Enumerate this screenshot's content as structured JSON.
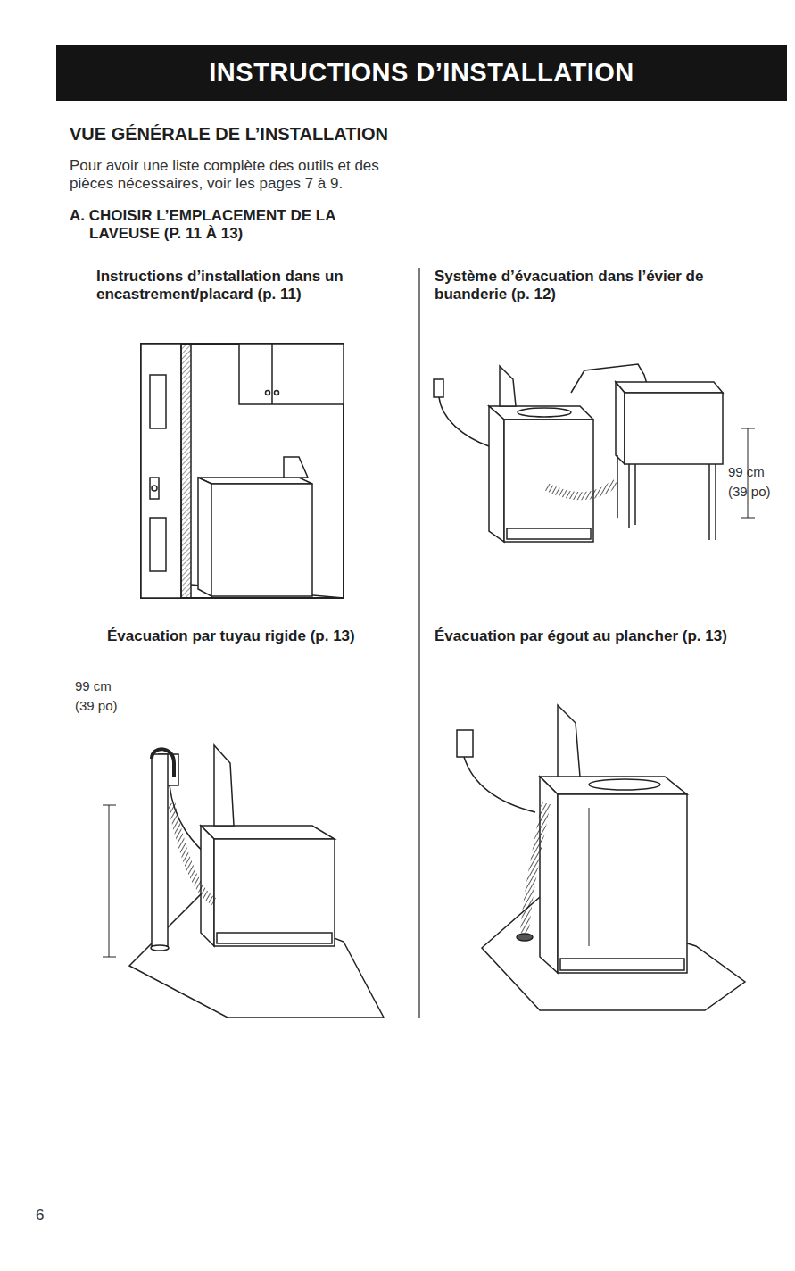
{
  "diagram": {
    "title": "INSTRUCTIONS D’INSTALLATION",
    "labels": [
      "VUE GÉNÉRALE DE L’INSTALLATION",
      "Pour avoir une liste complète des outils et des pièces nécessaires, voir les pages 7 à 9.",
      "A. CHOISIR L’EMPLACEMENT DE LA LAVEUSE (P. 11 À 13)",
      "Instructions d’installation dans un encastrement/placard (p. 11)",
      "Système d’évacuation dans l’évier de buanderie (p. 12)",
      "99 cm",
      "(39 po)",
      "Évacuation par tuyau rigide (p. 13)",
      "99 cm",
      "(39 po)",
      "Évacuation par égout au plancher (p. 13)",
      "6"
    ]
  }
}
